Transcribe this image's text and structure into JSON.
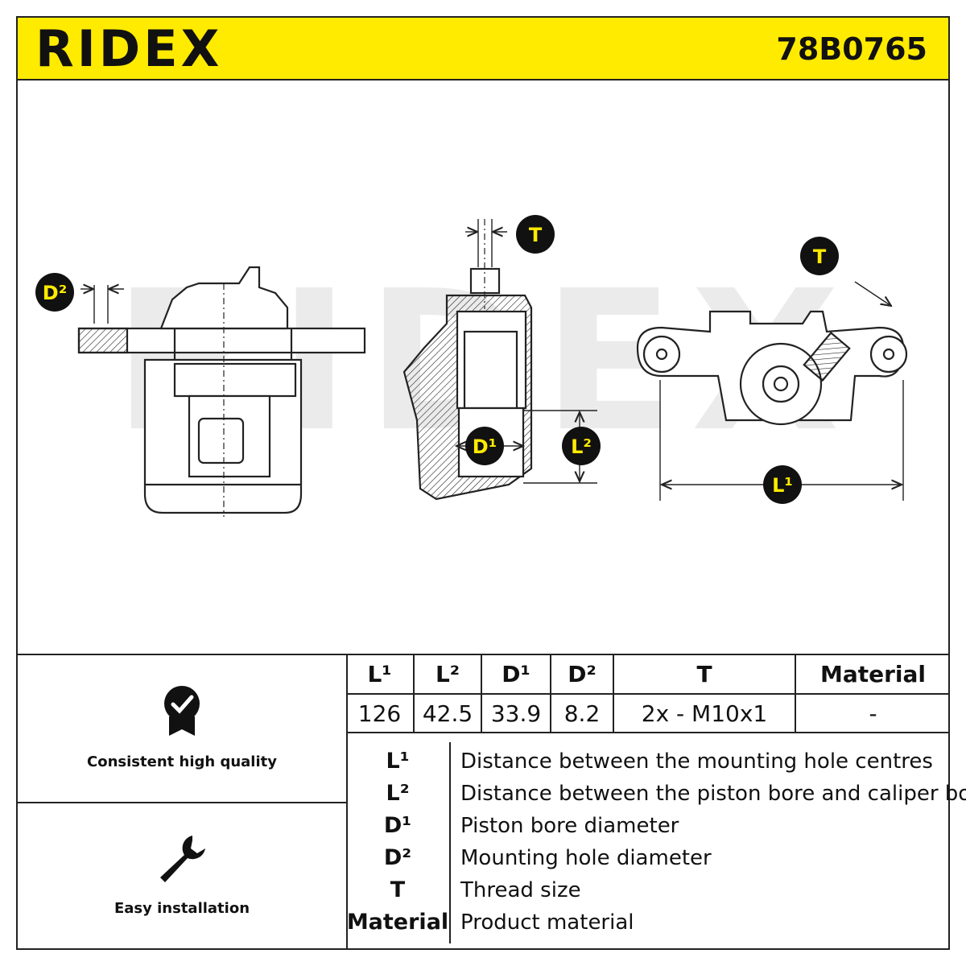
{
  "header": {
    "brand": "RIDEX",
    "part_number": "78B0765",
    "background_color": "#ffeb00"
  },
  "drawing": {
    "watermark": "RIDEX",
    "callouts": {
      "d2": "D²",
      "t_side": "T",
      "d1": "D¹",
      "l2": "L²",
      "t_front": "T",
      "l1": "L¹"
    }
  },
  "features": [
    {
      "icon": "quality-badge-icon",
      "label": "Consistent high quality"
    },
    {
      "icon": "wrench-icon",
      "label": "Easy installation"
    }
  ],
  "dimensions": {
    "headers": [
      "L¹",
      "L²",
      "D¹",
      "D²",
      "T",
      "Material"
    ],
    "values": [
      "126",
      "42.5",
      "33.9",
      "8.2",
      "2x - M10x1",
      "-"
    ]
  },
  "legend": [
    {
      "key": "L¹",
      "desc": "Distance between the mounting hole centres"
    },
    {
      "key": "L²",
      "desc": "Distance between the piston bore and caliper body"
    },
    {
      "key": "D¹",
      "desc": "Piston bore diameter"
    },
    {
      "key": "D²",
      "desc": "Mounting hole diameter"
    },
    {
      "key": "T",
      "desc": "Thread size"
    },
    {
      "key": "Material",
      "desc": "Product material"
    }
  ]
}
